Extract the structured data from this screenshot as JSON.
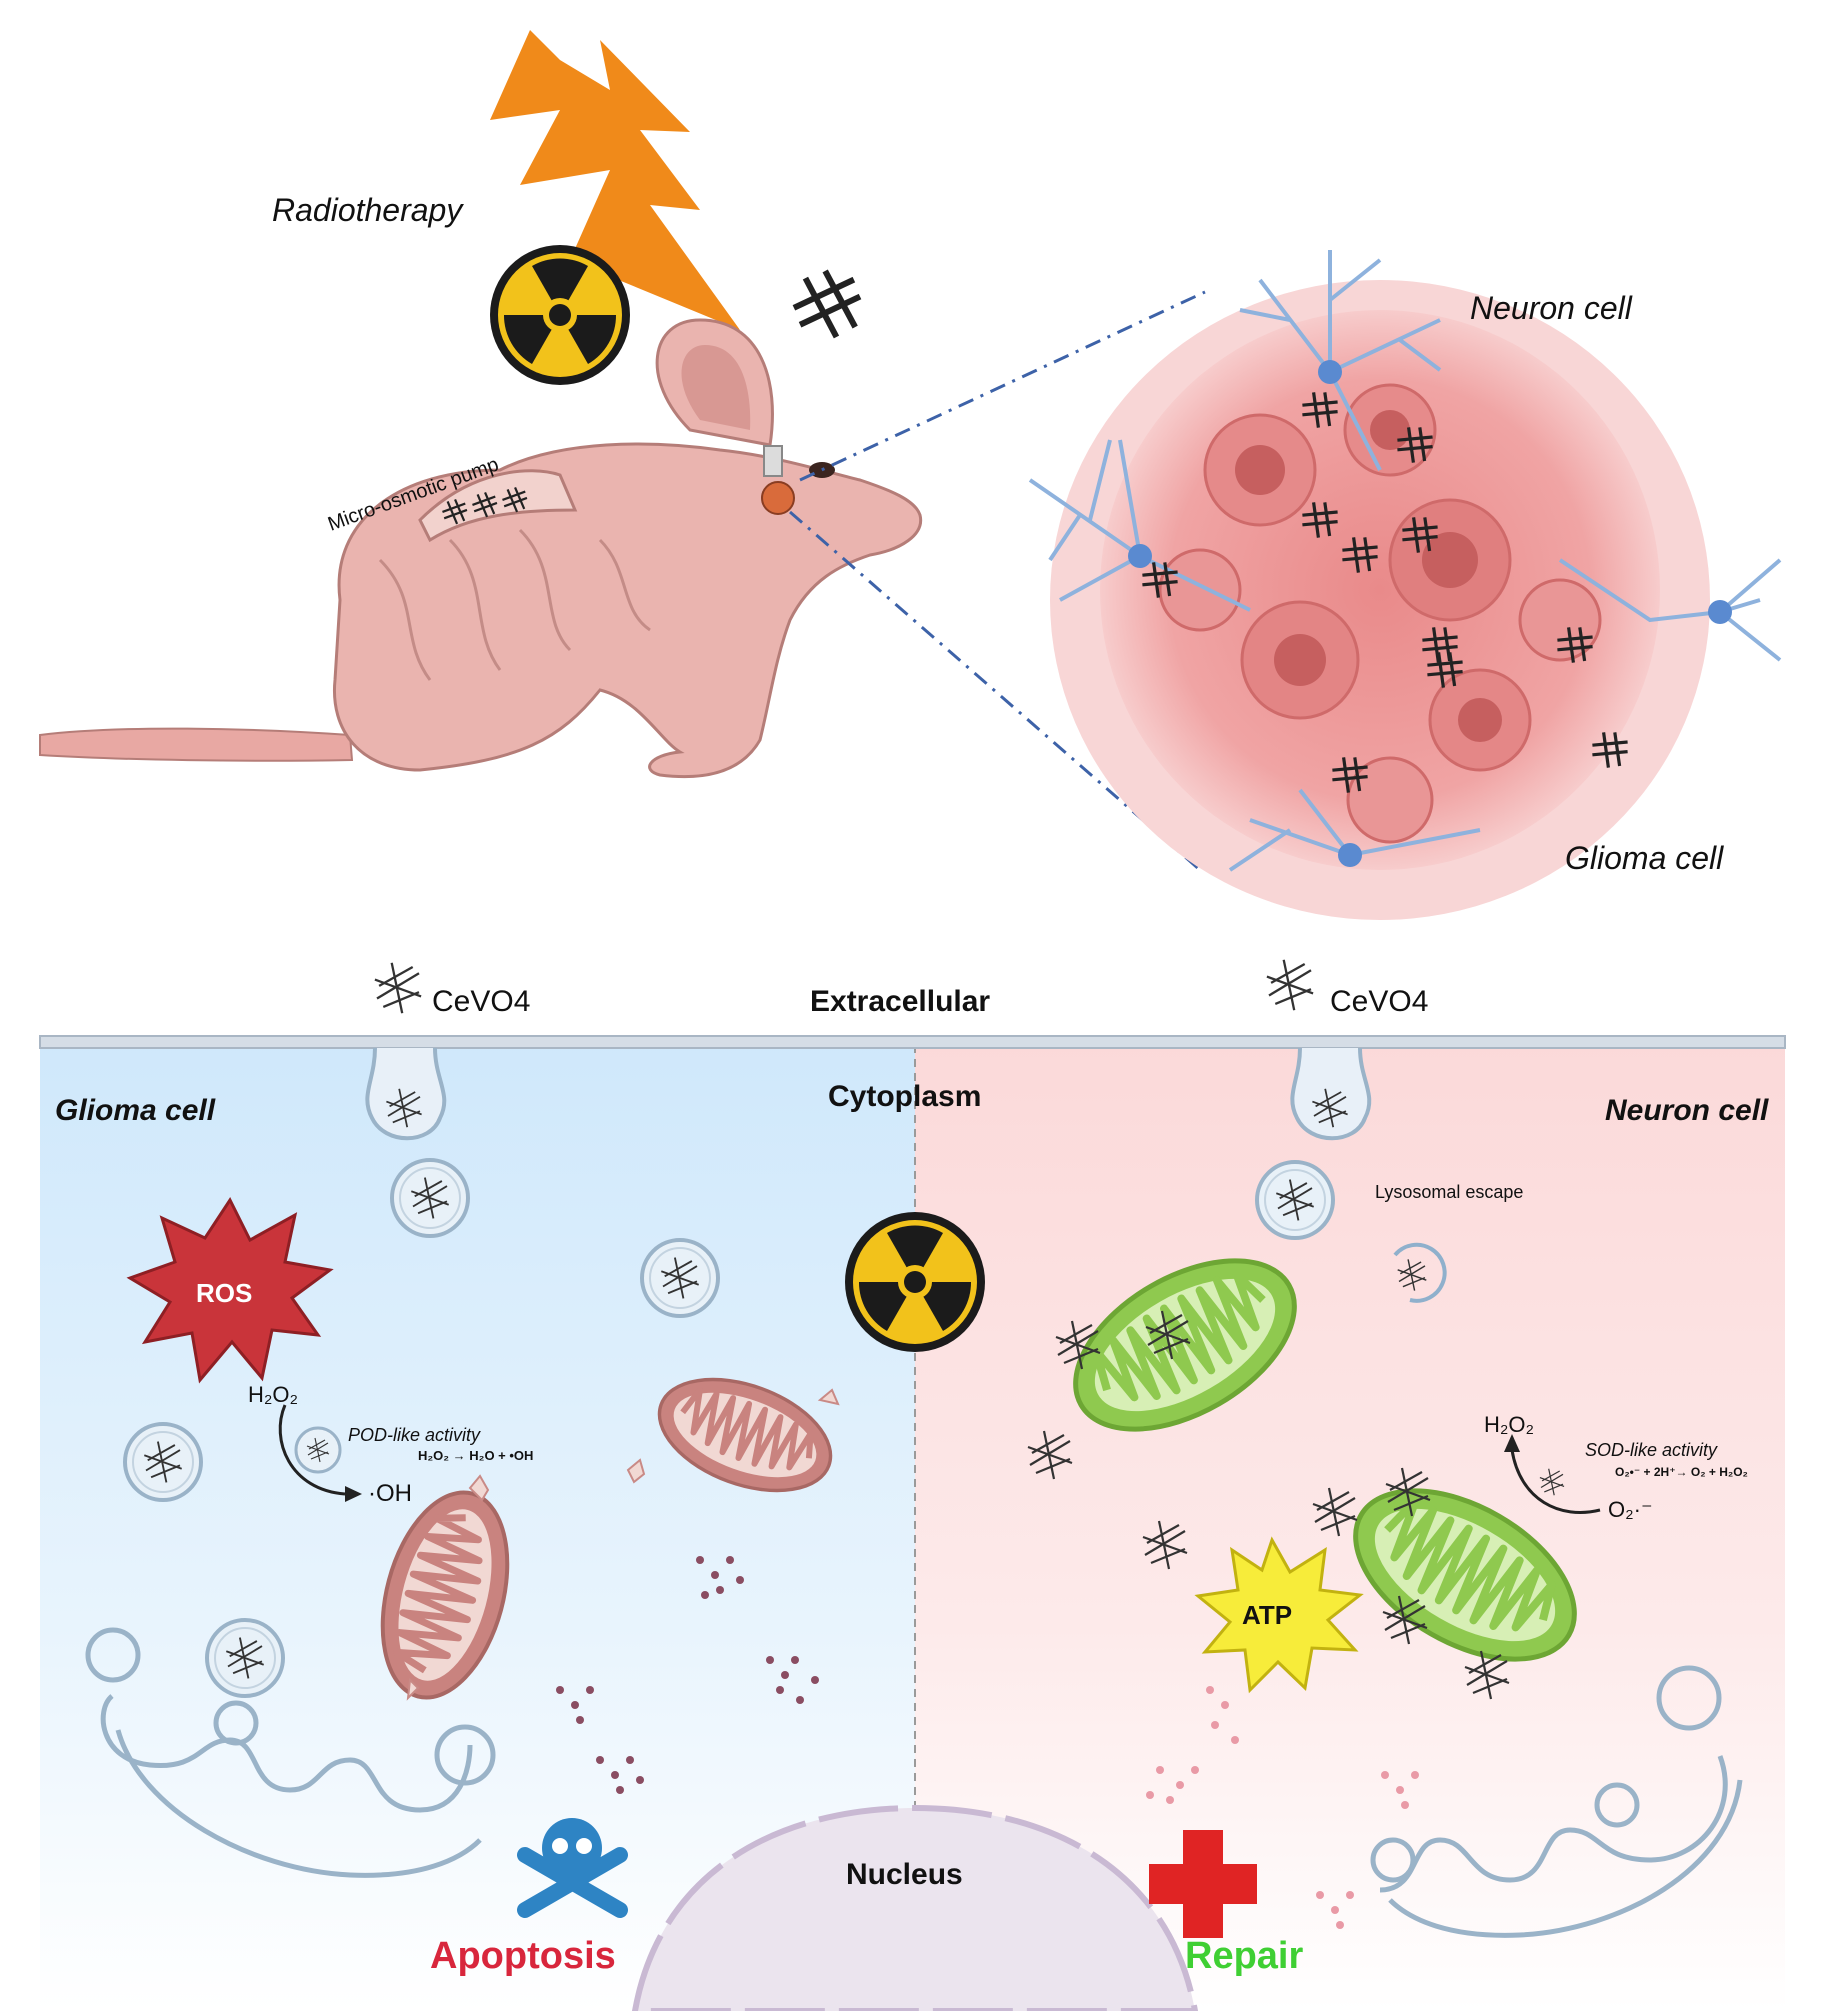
{
  "top": {
    "radiotherapy": "Radiotherapy",
    "pump": "Micro-osmotic pump",
    "neuron": "Neuron cell",
    "glioma": "Glioma cell"
  },
  "bottom": {
    "cevo4_left": "CeVO4",
    "cevo4_right": "CeVO4",
    "extracellular": "Extracellular",
    "cytoplasm": "Cytoplasm",
    "glioma_cell": "Glioma cell",
    "neuron_cell": "Neuron cell",
    "lysosomal_escape": "Lysosomal escape",
    "ros": "ROS",
    "h2o2_left": "H₂O₂",
    "pod": "POD-like activity",
    "pod_eq": "H₂O₂ → H₂O + •OH",
    "oh": "·OH",
    "h2o2_right": "H₂O₂",
    "sod": "SOD-like activity",
    "sod_eq": "O₂•⁻ + 2H⁺→ O₂ + H₂O₂",
    "o2": "O₂·⁻",
    "atp": "ATP",
    "nucleus": "Nucleus",
    "apoptosis": "Apoptosis",
    "repair": "Repair"
  },
  "colors": {
    "glioma_bg": "#dcefff",
    "neuron_bg": "#fde6e6",
    "lightning": "#f08a1a",
    "ros": "#c9343a",
    "atp": "#f7ec3a",
    "mito_green": "#a8d86a",
    "mito_red": "#c98a86",
    "apoptosis": "#d8263c",
    "repair": "#3fcf33",
    "cross": "#e02424",
    "skull": "#2e84c4"
  },
  "icons": [
    "lightning-icon",
    "radiation-icon",
    "nanorod-icon",
    "skull-crossbones-icon",
    "red-cross-icon",
    "mouse-illustration",
    "neuron-icon",
    "mitochondrion-icon",
    "vesicle-icon"
  ]
}
